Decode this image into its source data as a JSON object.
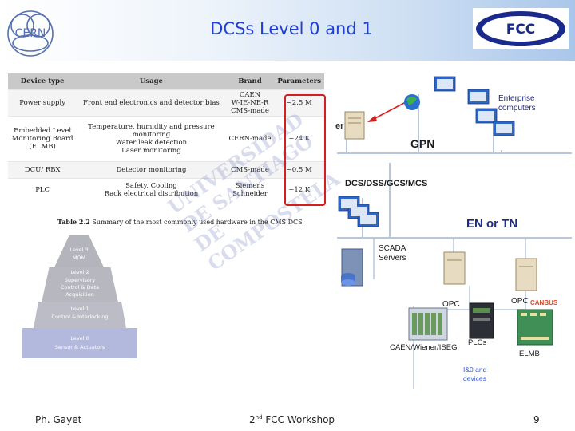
{
  "slide": {
    "title": "DCSs Level 0 and 1",
    "cern_logo_text": "CERN",
    "fcc_logo_text": "FCC"
  },
  "table": {
    "headers": [
      "Device type",
      "Usage",
      "Brand",
      "Parameters"
    ],
    "rows": [
      {
        "device": "Power supply",
        "usage": "Front end electronics and detector bias",
        "brand": "CAEN\nW-IE-NE-R\nCMS-made",
        "params": "~2.5 M"
      },
      {
        "device": "Embedded Level\nMonitoring Board\n(ELMB)",
        "usage": "Temperature, humidity and pressure\nmonitoring\nWater leak detection\nLaser monitoring",
        "brand": "CERN-made",
        "params": "~24 K"
      },
      {
        "device": "DCU/ RBX",
        "usage": "Detector monitoring",
        "brand": "CMS-made",
        "params": "~0.5 M"
      },
      {
        "device": "PLC",
        "usage": "Safety, Cooling\nRack electrical distribution",
        "brand": "Siemens\nSchneider",
        "params": "~12 K"
      }
    ],
    "caption_bold": "Table 2.2",
    "caption_text": " Summary of the most commonly used hardware in the CMS DCS.",
    "watermark": "UNIVERSIDAD DE SANTIAGO DE COMPOSTELA"
  },
  "pyramid": {
    "level3_title": "Level 3",
    "level3_sub": "MOM",
    "level2_title": "Level 2",
    "level2_sub": "Supervisory\nControl & Data\nAcquisition",
    "level1_title": "Level 1",
    "level1_sub": "Control & Interlocking",
    "level0_title": "Level 0",
    "level0_sub": "Sensor & Actuators"
  },
  "diagram": {
    "enterprise": "Enterprise\ncomputers",
    "gpn": "GPN",
    "dcs": "DCS/DSS/GCS/MCS",
    "en_tn": "EN or TN",
    "scada": "SCADA\nServers",
    "opc1": "OPC",
    "opc2": "OPC",
    "canbus": "CANBUS",
    "caen": "CAEN/Wiener/ISEG",
    "plcs": "PLCs",
    "elmb": "ELMB",
    "io": "I&0 and\ndevices",
    "server_partial": "er"
  },
  "footer": {
    "author": "Ph. Gayet",
    "event_pre": "2",
    "event_sup": "nd",
    "event_post": " FCC Workshop",
    "page": "9"
  },
  "colors": {
    "title": "#1f3fd6",
    "red_box": "#d41f1f",
    "diagram_text": "#1d2b80",
    "io_text": "#3a59d8",
    "canbus": "#d44a2a"
  }
}
